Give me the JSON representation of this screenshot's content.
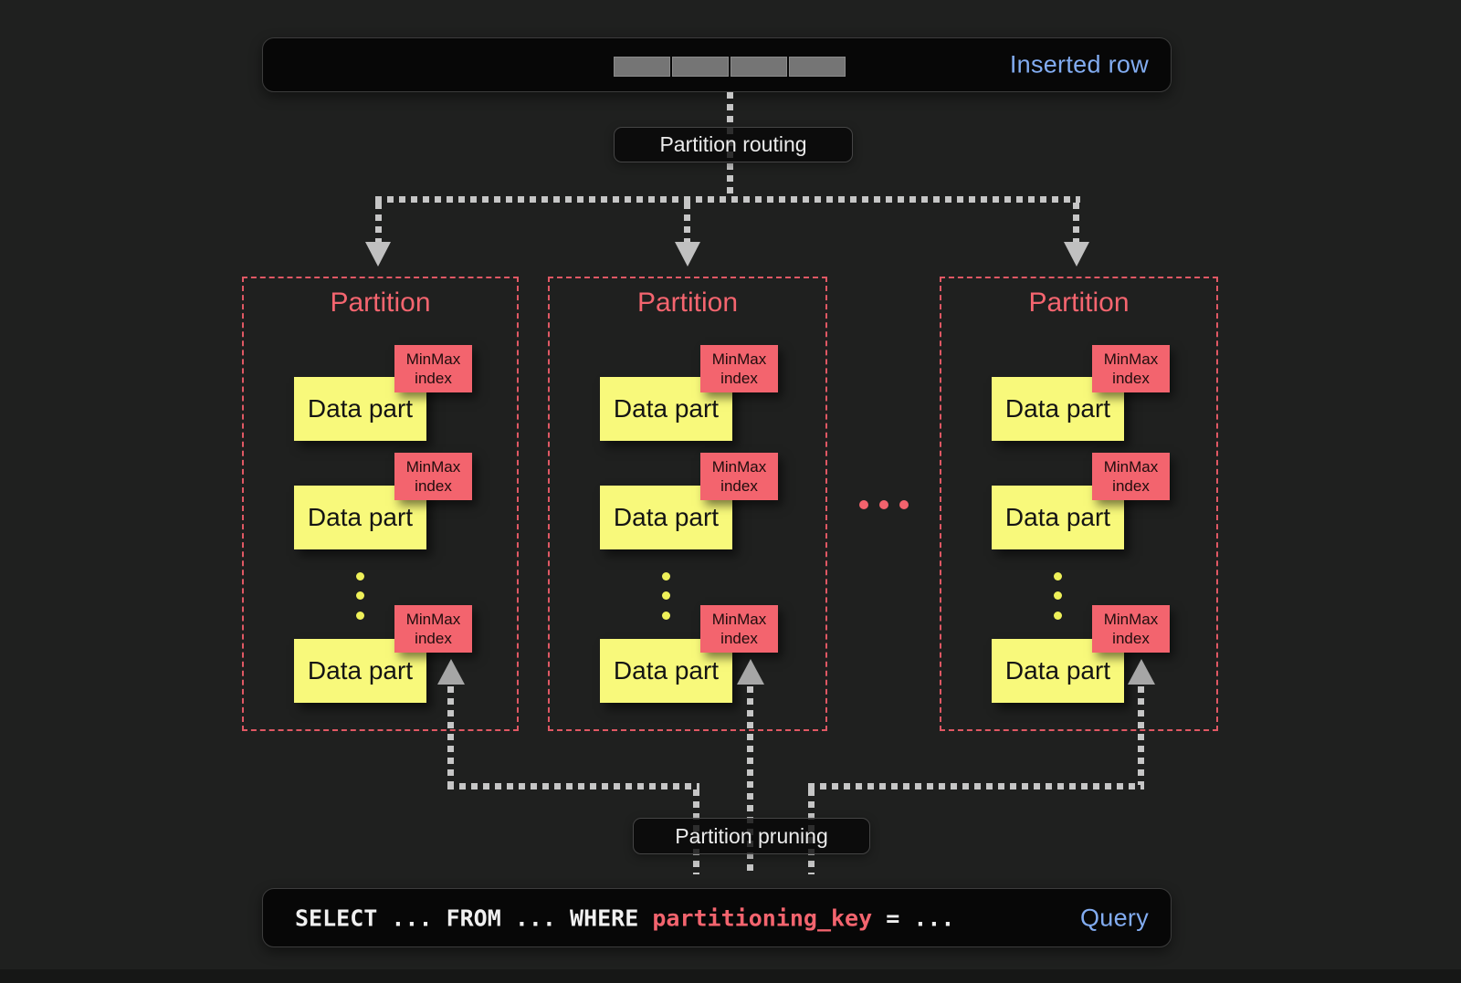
{
  "colors": {
    "background": "#1f201f",
    "panel": "#070707",
    "accent_blue": "#82acf1",
    "accent_red": "#f3636d",
    "partition_border_red": "#e05864",
    "accent_yellow": "#f8f97b",
    "line_gray": "#c6c6c6"
  },
  "inserted_row_bar": {
    "label": "Inserted row",
    "cell_count": 4
  },
  "routing_label": "Partition routing",
  "pruning_label": "Partition pruning",
  "partitions": [
    {
      "title": "Partition",
      "parts": [
        {
          "name": "Data part",
          "index": [
            "MinMax",
            "index"
          ]
        },
        {
          "name": "Data part",
          "index": [
            "MinMax",
            "index"
          ]
        },
        {
          "name": "Data part",
          "index": [
            "MinMax",
            "index"
          ]
        }
      ]
    },
    {
      "title": "Partition",
      "parts": [
        {
          "name": "Data part",
          "index": [
            "MinMax",
            "index"
          ]
        },
        {
          "name": "Data part",
          "index": [
            "MinMax",
            "index"
          ]
        },
        {
          "name": "Data part",
          "index": [
            "MinMax",
            "index"
          ]
        }
      ]
    },
    {
      "title": "Partition",
      "parts": [
        {
          "name": "Data part",
          "index": [
            "MinMax",
            "index"
          ]
        },
        {
          "name": "Data part",
          "index": [
            "MinMax",
            "index"
          ]
        },
        {
          "name": "Data part",
          "index": [
            "MinMax",
            "index"
          ]
        }
      ]
    }
  ],
  "query_bar": {
    "sql": {
      "prefix": "SELECT ... FROM ... WHERE ",
      "keyword": "partitioning_key",
      "suffix": " = ..."
    },
    "label": "Query"
  }
}
